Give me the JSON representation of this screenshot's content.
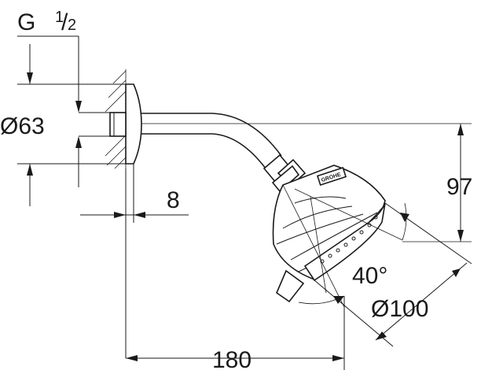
{
  "dimensions": {
    "thread": {
      "main": "G",
      "numerator": "1",
      "slash": "/",
      "denominator": "2"
    },
    "flange_diameter": "Ø63",
    "wall_offset": "8",
    "height": "97",
    "spray_angle": "40°",
    "head_diameter": "Ø100",
    "projection": "180"
  },
  "brand_logo": "GROHE"
}
